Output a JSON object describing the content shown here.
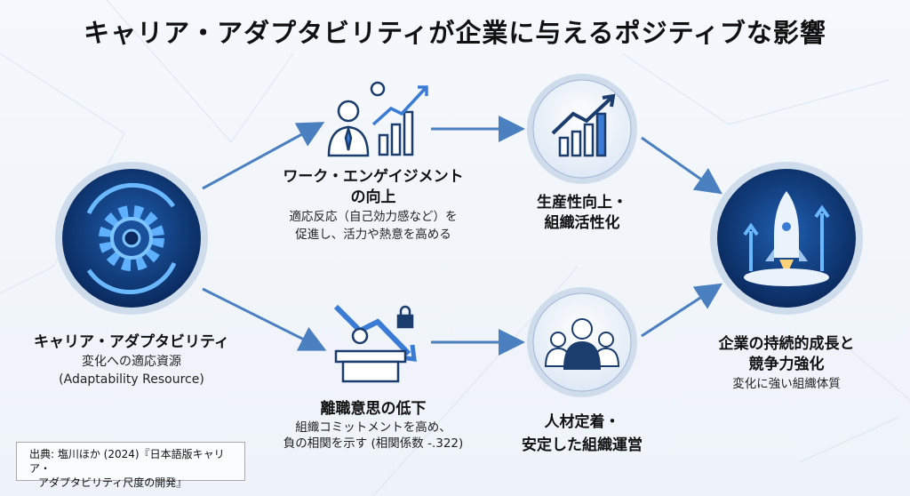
{
  "title": "キャリア・アダプタビリティが企業に与えるポジティブな影響",
  "source": {
    "line1": "キャリア・アダプタビリティ",
    "line2": "変化への適応資源",
    "line3": "(Adaptability Resource)"
  },
  "engagement": {
    "line1": "ワーク・エンゲイジメント",
    "line2": "の向上",
    "desc1": "適応反応（自己効力感など）を",
    "desc2": "促進し、活力や熱意を高める"
  },
  "turnover": {
    "title": "離職意思の低下",
    "desc1": "組織コミットメントを高め、",
    "desc2": "負の相関を示す (相関係数 -.322)"
  },
  "productivity": {
    "line1": "生産性向上・",
    "line2": "組織活性化"
  },
  "retention": {
    "line1": "人材定着・",
    "line2": "安定した組織運営"
  },
  "outcome": {
    "line1": "企業の持続的成長と",
    "line2": "競争力強化",
    "desc": "変化に強い組織体質"
  },
  "citation": {
    "line1": "出典: 塩川ほか (2024)『日本語版キャリア・",
    "line2": "アダプタビリティ尺度の開発』"
  },
  "colors": {
    "dark": "#0f3a78",
    "accent": "#3a7bd5",
    "arrow": "#4a7fc0"
  }
}
